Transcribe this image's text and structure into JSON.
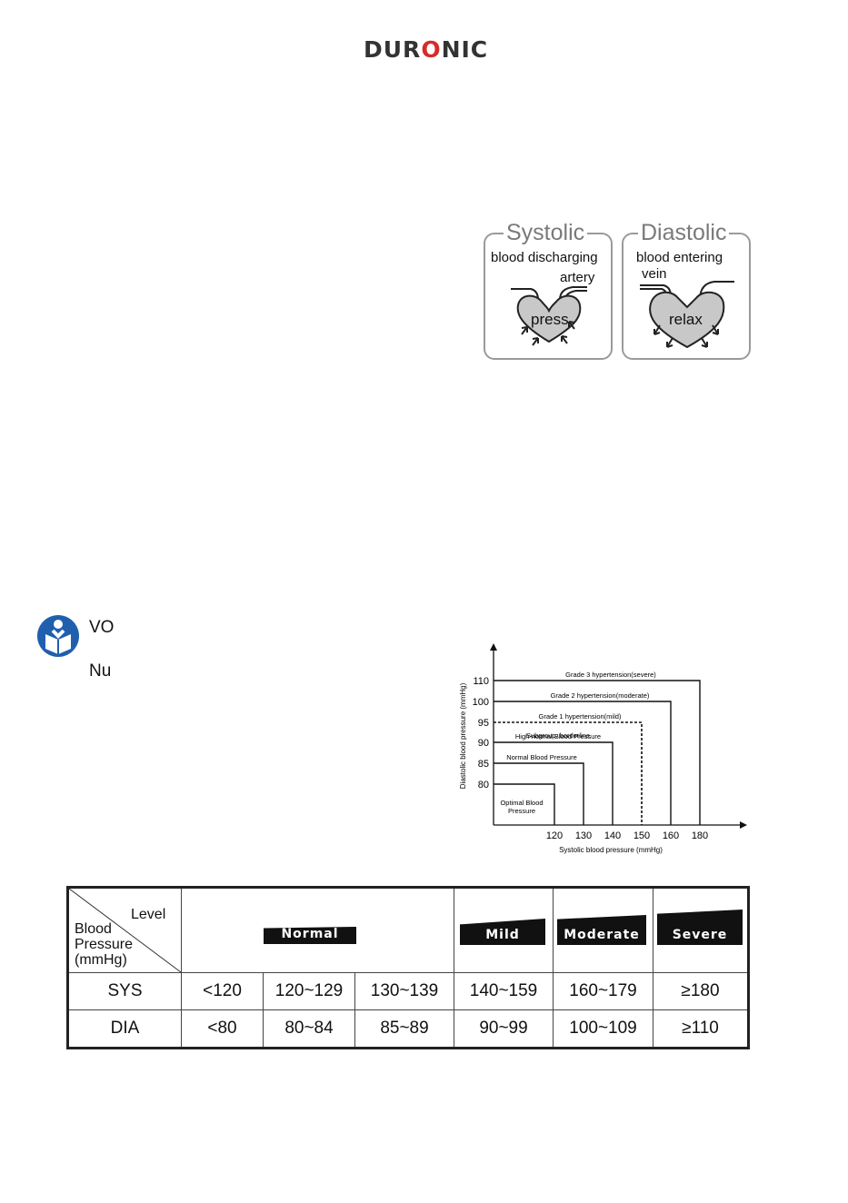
{
  "brand": {
    "logo_prefix": "DUR",
    "logo_o": "O",
    "logo_suffix": "NIC"
  },
  "heart_diagram": {
    "systolic": {
      "title": "Systolic",
      "line1": "blood discharging",
      "line2": "artery",
      "action": "press"
    },
    "diastolic": {
      "title": "Diastolic",
      "line1": "blood entering",
      "line2": "vein",
      "action": "relax"
    }
  },
  "notes": {
    "vo": "VO",
    "nu": "Nu"
  },
  "chart_data": {
    "type": "step-area",
    "xlabel": "Systolic blood pressure (mmHg)",
    "ylabel": "Diastolic blood pressure (mmHg)",
    "x_ticks": [
      120,
      130,
      140,
      150,
      160,
      180
    ],
    "y_ticks": [
      80,
      85,
      90,
      95,
      100,
      110
    ],
    "regions": [
      {
        "label": "Optimal Blood Pressure",
        "x": 120,
        "y": 80
      },
      {
        "label": "Normal Blood Pressure",
        "x": 130,
        "y": 85
      },
      {
        "label": "High-normal Blood Pressure",
        "x": 140,
        "y": 90
      },
      {
        "label": "Subgroup: borderline",
        "x": 150,
        "y": 95
      },
      {
        "label": "Grade 1 hypertension(mild)",
        "x": 150,
        "y": 95,
        "dashed": true
      },
      {
        "label": "Grade 2 hypertension(moderate)",
        "x": 160,
        "y": 100
      },
      {
        "label": "Grade 3 hypertension(severe)",
        "x": 180,
        "y": 110
      }
    ]
  },
  "table": {
    "corner": {
      "level": "Level",
      "unit_line1": "Blood",
      "unit_line2": "Pressure",
      "unit_line3": "(mmHg)"
    },
    "levels": {
      "normal": "Normal",
      "mild": "Mild",
      "moderate": "Moderate",
      "severe": "Severe"
    },
    "rows": [
      {
        "label": "SYS",
        "values": [
          "<120",
          "120~129",
          "130~139",
          "140~159",
          "160~179",
          "≥180"
        ]
      },
      {
        "label": "DIA",
        "values": [
          "<80",
          "80~84",
          "85~89",
          "90~99",
          "100~109",
          "≥110"
        ]
      }
    ]
  }
}
